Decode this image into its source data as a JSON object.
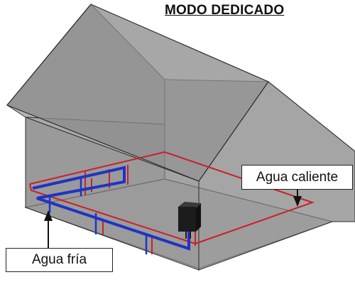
{
  "title": "MODO DEDICADO",
  "labels": {
    "hot_water": "Agua caliente",
    "cold_water": "Agua fría"
  },
  "colors": {
    "hot_pipe": "#cc1f2a",
    "cold_pipe": "#1f33c4",
    "house_shell": "#8f8f8f",
    "heater": "#1c1c1c"
  },
  "icons": {
    "heater": "water-heater-icon"
  }
}
